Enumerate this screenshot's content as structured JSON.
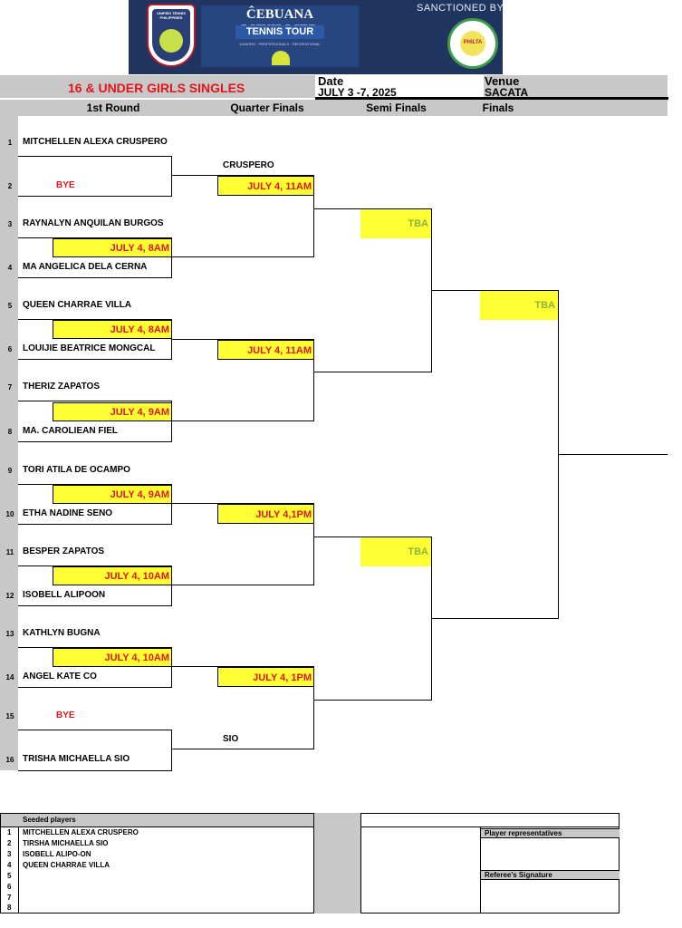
{
  "header": {
    "sanctioned": "SANCTIONED BY:",
    "logo_left_text": "UNIFIED TENNIS PHILIPPINES",
    "tour_brand": "ĈEBUANA LHUILLIER",
    "tour_name": "TENNIS TOUR",
    "tour_sub": "JUNIORS · PROFESSIONALS · RECREATIONAL",
    "philta": "PHILTA",
    "title": "16 & UNDER GIRLS SINGLES",
    "date_label": "Date",
    "date_value": "JULY 3 -7, 2025",
    "venue_label": "Venue",
    "venue_value": "SACATA",
    "round1": "1st Round",
    "round2": "Quarter Finals",
    "round3": "Semi Finals",
    "round4": "Finals"
  },
  "players": [
    {
      "num": "1",
      "name": "MITCHELLEN ALEXA CRUSPERO"
    },
    {
      "num": "2",
      "name": "BYE"
    },
    {
      "num": "3",
      "name": "RAYNALYN ANQUILAN BURGOS"
    },
    {
      "num": "4",
      "name": "MA ANGELICA DELA CERNA"
    },
    {
      "num": "5",
      "name": "QUEEN CHARRAE VILLA"
    },
    {
      "num": "6",
      "name": "LOUIJIE BEATRICE MONGCAL"
    },
    {
      "num": "7",
      "name": "THERIZ ZAPATOS"
    },
    {
      "num": "8",
      "name": "MA. CAROLIEAN FIEL"
    },
    {
      "num": "9",
      "name": "TORI ATILA DE OCAMPO"
    },
    {
      "num": "10",
      "name": "ETHA NADINE SENO"
    },
    {
      "num": "11",
      "name": "BESPER ZAPATOS"
    },
    {
      "num": "12",
      "name": "ISOBELL ALIPOON"
    },
    {
      "num": "13",
      "name": "KATHLYN BUGNA"
    },
    {
      "num": "14",
      "name": "ANGEL KATE CO"
    },
    {
      "num": "15",
      "name": "BYE"
    },
    {
      "num": "16",
      "name": "TRISHA MICHAELLA SIO"
    }
  ],
  "round1": {
    "advance_top": "CRUSPERO",
    "advance_bottom": "SIO",
    "m2": "JULY 4, 8AM",
    "m3": "JULY 4, 8AM",
    "m4": "JULY 4, 9AM",
    "m5": "JULY 4, 9AM",
    "m6": "JULY 4, 10AM",
    "m7": "JULY 4, 10AM"
  },
  "quarters": {
    "q1": "JULY 4, 11AM",
    "q2": "JULY 4, 11AM",
    "q3": "JULY 4,1PM",
    "q4": "JULY 4, 1PM"
  },
  "semis": {
    "s1": "TBA",
    "s2": "TBA"
  },
  "finals": {
    "f1": "TBA"
  },
  "seeded": {
    "heading": "Seeded players",
    "list": [
      {
        "num": "1",
        "name": "MITCHELLEN ALEXA CRUSPERO"
      },
      {
        "num": "2",
        "name": "TIRSHA MICHAELLA SIO"
      },
      {
        "num": "3",
        "name": "ISOBELL ALIPO-ON"
      },
      {
        "num": "4",
        "name": "QUEEN CHARRAE VILLA"
      },
      {
        "num": "5",
        "name": ""
      },
      {
        "num": "6",
        "name": ""
      },
      {
        "num": "7",
        "name": ""
      },
      {
        "num": "8",
        "name": ""
      }
    ],
    "player_reps": "Player representatives",
    "referee": "Referee's Signature"
  }
}
